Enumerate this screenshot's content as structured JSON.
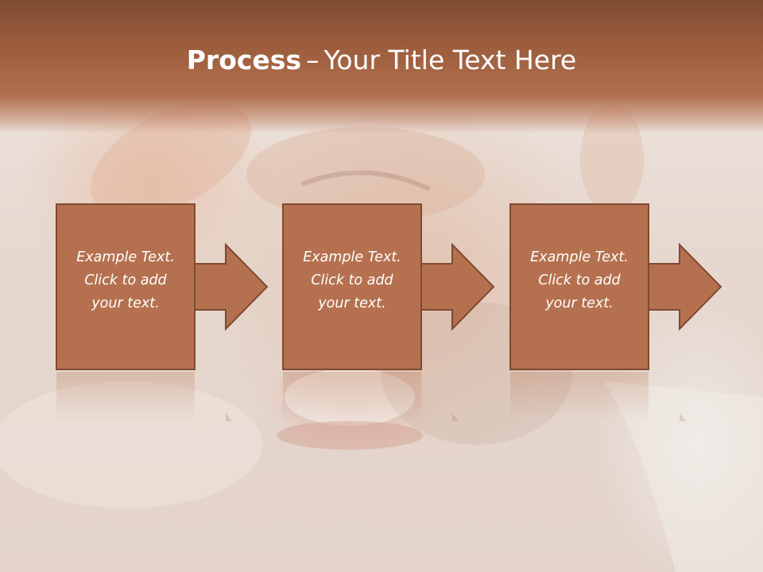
{
  "slide": {
    "title_bold": "Process",
    "title_separator": "–",
    "title_rest": "Your Title Text Here"
  },
  "steps": [
    {
      "lines": [
        "Example Text.",
        "Click  to add",
        "your text."
      ]
    },
    {
      "lines": [
        "Example Text.",
        "Click  to add",
        "your text."
      ]
    },
    {
      "lines": [
        "Example Text.",
        "Click  to add",
        "your text."
      ]
    }
  ],
  "colors": {
    "header": "#a3633f",
    "box_fill": "#b5714f",
    "box_border": "#7f4a30",
    "text": "#ffffff"
  },
  "icons": [
    "right-arrow-icon"
  ]
}
